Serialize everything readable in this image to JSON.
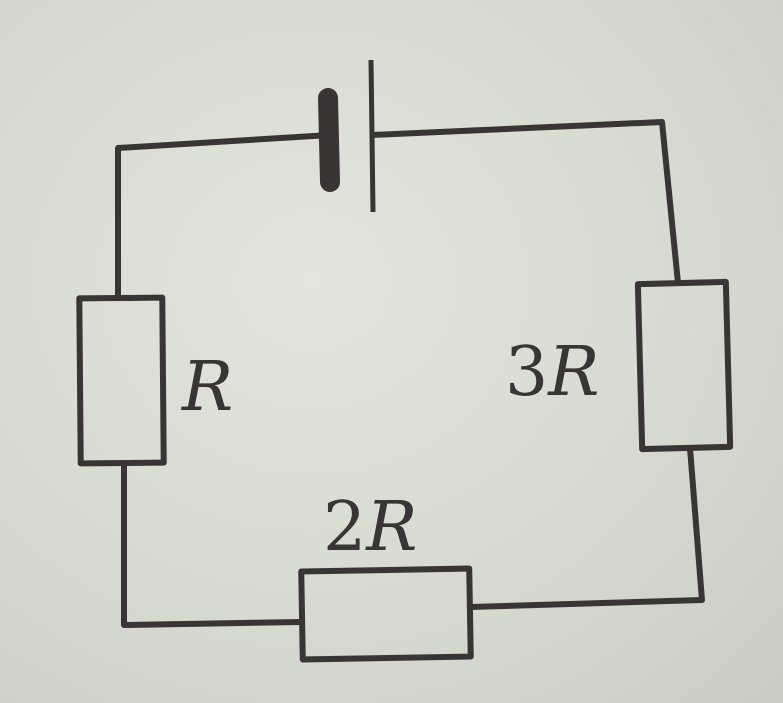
{
  "diagram": {
    "type": "circuit",
    "components": [
      {
        "id": "battery",
        "kind": "battery"
      },
      {
        "id": "r1",
        "kind": "resistor",
        "label_coef": "",
        "label_var": "R"
      },
      {
        "id": "r2",
        "kind": "resistor",
        "label_coef": "2",
        "label_var": "R"
      },
      {
        "id": "r3",
        "kind": "resistor",
        "label_coef": "3",
        "label_var": "R"
      }
    ],
    "colors": {
      "ink": "#3a3535",
      "paper": "#d8dbd2"
    }
  }
}
